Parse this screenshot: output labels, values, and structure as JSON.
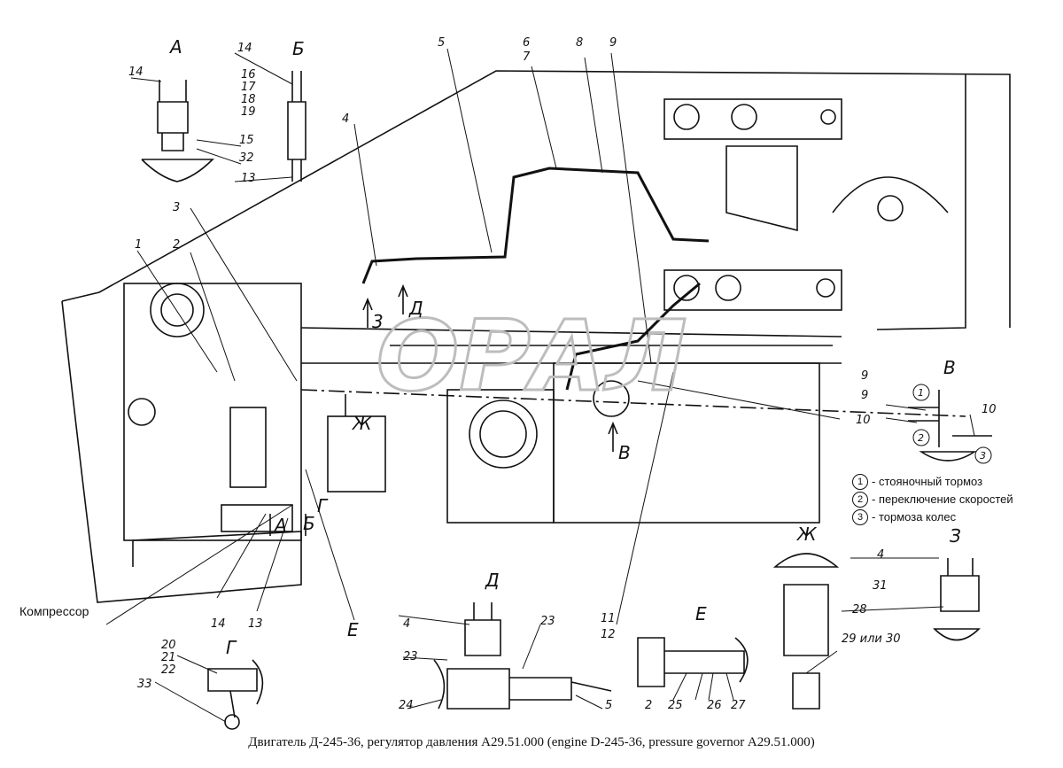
{
  "caption": "Двигатель Д-245-36, регулятор давления А29.51.000 (engine D-245-36, pressure governor А29.51.000)",
  "watermark": "ОРАЛ",
  "compressor_label": "Компрессор",
  "legend": [
    {
      "num": "1",
      "text": "- стояночный тормоз"
    },
    {
      "num": "2",
      "text": "- переключение скоростей"
    },
    {
      "num": "3",
      "text": "- тормоза колес"
    }
  ],
  "views": {
    "A": "А",
    "B": "Б",
    "V": "В",
    "G": "Г",
    "D": "Д",
    "E": "Е",
    "ZH": "Ж",
    "Z": "З"
  },
  "callouts": {
    "c1": "1",
    "c2": "2",
    "c3": "3",
    "c4": "4",
    "c5": "5",
    "c6": "6",
    "c7": "7",
    "c8": "8",
    "c9": "9",
    "c10": "10",
    "c11": "11",
    "c12": "12",
    "c13": "13",
    "c14": "14",
    "c15": "15",
    "c16": "16",
    "c17": "17",
    "c18": "18",
    "c19": "19",
    "c20": "20",
    "c21": "21",
    "c22": "22",
    "c23": "23",
    "c24": "24",
    "c25": "25",
    "c26": "26",
    "c27": "27",
    "c28": "28",
    "c29": "29 или 30",
    "c31": "31",
    "c32": "32",
    "c33": "33"
  },
  "colors": {
    "ink": "#111111",
    "watermark": "#bdbdbd"
  }
}
